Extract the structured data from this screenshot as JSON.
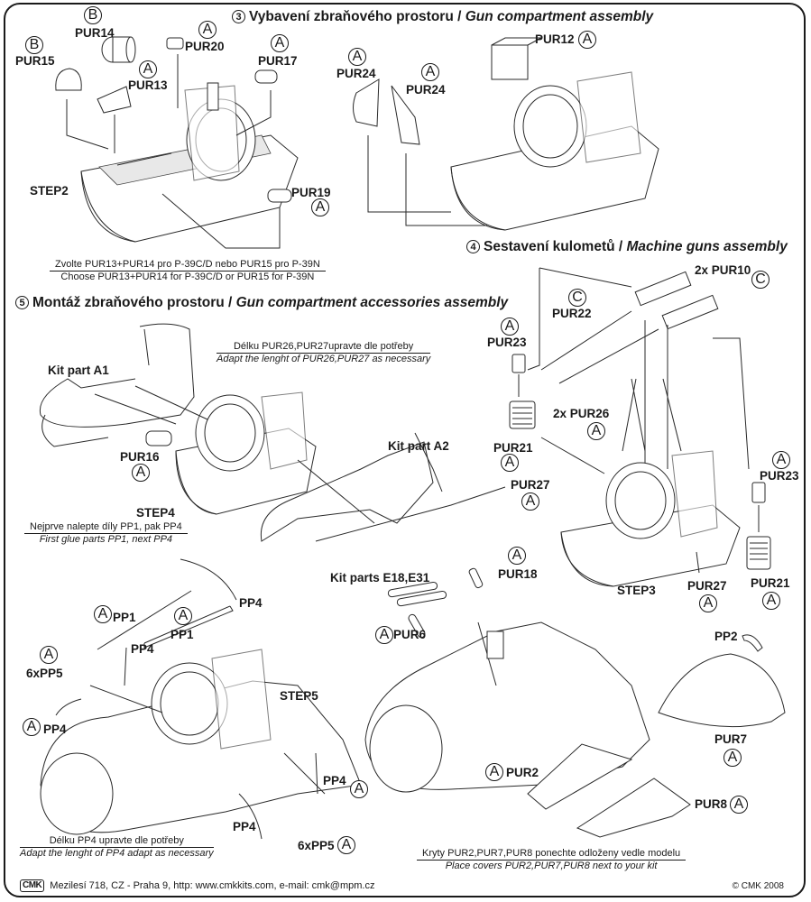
{
  "sections": [
    {
      "number": "3",
      "title_cz": "Vybavení zbraňového prostoru",
      "separator": " / ",
      "title_en": "Gun compartment assembly"
    },
    {
      "number": "4",
      "title_cz": "Sestavení kulometů",
      "separator": " / ",
      "title_en": "Machine guns assembly"
    },
    {
      "number": "5",
      "title_cz": "Montáž zbraňového prostoru",
      "separator": " / ",
      "title_en": "Gun compartment accessories assembly"
    }
  ],
  "labels": {
    "pur14": "PUR14",
    "pur14_sheet": "B",
    "pur15": "PUR15",
    "pur15_sheet": "B",
    "pur13": "PUR13",
    "pur13_sheet": "A",
    "pur20": "PUR20",
    "pur20_sheet": "A",
    "pur17": "PUR17",
    "pur17_sheet": "A",
    "pur19": "PUR19",
    "pur19_sheet": "A",
    "step2": "STEP2",
    "pur24a": "PUR24",
    "pur24a_sheet": "A",
    "pur24b": "PUR24",
    "pur24b_sheet": "A",
    "pur12": "PUR12",
    "pur12_sheet": "A",
    "pur10": "2x PUR10",
    "pur10_sheet": "C",
    "pur22": "PUR22",
    "pur22_sheet": "C",
    "pur23a": "PUR23",
    "pur23a_sheet": "A",
    "pur26": "2x PUR26",
    "pur26_sheet": "A",
    "pur21a": "PUR21",
    "pur21a_sheet": "A",
    "pur27a": "PUR27",
    "pur27a_sheet": "A",
    "pur23b": "PUR23",
    "pur23b_sheet": "A",
    "pur27b": "PUR27",
    "pur27b_sheet": "A",
    "pur21b": "PUR21",
    "pur21b_sheet": "A",
    "step3": "STEP3",
    "kit_a1": "Kit part A1",
    "kit_a2": "Kit part A2",
    "pur16": "PUR16",
    "pur16_sheet": "A",
    "step4": "STEP4",
    "kit_e18": "Kit parts E18,E31",
    "pur18": "PUR18",
    "pur18_sheet": "A",
    "pur6": "PUR6",
    "pur6_sheet": "A",
    "pp1a": "PP1",
    "pp1a_sheet": "A",
    "pp1b": "PP1",
    "pp1b_sheet": "A",
    "pp4a": "PP4",
    "pp4b": "PP4",
    "pp4c": "PP4",
    "pp4c_sheet": "A",
    "pp4d": "PP4",
    "pp4d_sheet": "A",
    "pp4e": "PP4",
    "pp5a": "6xPP5",
    "pp5a_sheet": "A",
    "pp5b": "6xPP5",
    "pp5b_sheet": "A",
    "step5": "STEP5",
    "pp2": "PP2",
    "pur7": "PUR7",
    "pur7_sheet": "A",
    "pur2": "PUR2",
    "pur2_sheet": "A",
    "pur8": "PUR8",
    "pur8_sheet": "A"
  },
  "notes": {
    "choose": {
      "cz": "Zvolte PUR13+PUR14 pro P-39C/D nebo PUR15 pro P-39N",
      "en": "Choose PUR13+PUR14 for P-39C/D or PUR15 for P-39N"
    },
    "adapt_pur26": {
      "cz": "Délku PUR26,PUR27upravte dle potřeby",
      "en": "Adapt the lenght of PUR26,PUR27  as necessary"
    },
    "glue_first": {
      "cz": "Nejprve nalepte díly PP1, pak PP4",
      "en": "First glue parts PP1, next PP4"
    },
    "adapt_pp4": {
      "cz": "Délku PP4 upravte dle potřeby",
      "en": "Adapt the lenght of PP4 adapt as necessary"
    },
    "covers": {
      "cz": "Kryty PUR2,PUR7,PUR8 ponechte odloženy vedle modelu",
      "en": "Place covers PUR2,PUR7,PUR8 next to your kit"
    }
  },
  "footer": {
    "logo": "CMK",
    "address": "Mezilesí 718, CZ - Praha 9,  http: www.cmkkits.com, e-mail: cmk@mpm.cz",
    "copyright": "© CMK 2008"
  }
}
